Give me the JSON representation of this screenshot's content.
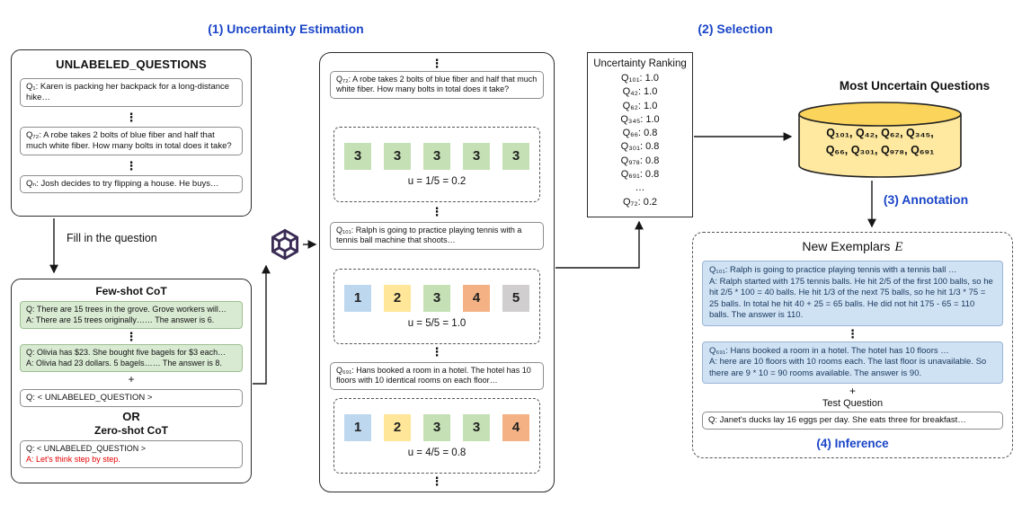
{
  "colors": {
    "accent_blue": "#1a45c7",
    "answer_green": "#c5e0b4",
    "answer_blue": "#bdd7ee",
    "answer_yellow": "#ffe699",
    "answer_orange": "#f4b183",
    "answer_gray": "#d0cece",
    "cot_green_bg": "#d9ead3",
    "exemplar_blue_bg": "#cfe2f3",
    "cylinder_body": "#ffe9a0",
    "cylinder_top": "#fbd45c",
    "zero_shot_red": "#e60000"
  },
  "step_titles": {
    "s1": "(1) Uncertainty Estimation",
    "s2": "(2) Selection",
    "s3": "(3) Annotation",
    "s4": "(4) Inference"
  },
  "misc": {
    "vdots": "⋮",
    "plus": "+",
    "or": "OR",
    "fill_label": "Fill in the question"
  },
  "unlabeled": {
    "title": "UNLABELED_QUESTIONS",
    "q1": "Q₁: Karen is packing her backpack for a long-distance hike…",
    "q72": "Q₇₂: A robe takes 2 bolts of blue fiber and half that much white fiber. How many bolts in total does it take?",
    "qn": "Qₙ: Josh decides to try flipping a house.  He buys…"
  },
  "fewshot": {
    "title": "Few-shot CoT",
    "ex1_q": "Q: There are 15 trees in the grove. Grove workers will…",
    "ex1_a": "A: There are 15 trees originally…… The answer is 6.",
    "ex2_q": "Q: Olivia has $23. She bought five bagels for $3 each…",
    "ex2_a": "A: Olivia had 23 dollars. 5 bagels…… The answer is 8.",
    "unlabeled_q": "Q: < UNLABELED_QUESTION >",
    "zeroshot_title": "Zero-shot CoT",
    "zs_q": "Q: < UNLABELED_QUESTION >",
    "zs_a": "A: Let's think step by step."
  },
  "estimation": {
    "groups": [
      {
        "question": "Q₇₂: A robe takes 2 bolts of blue fiber and half that much white fiber. How many bolts in total does it take?",
        "answers": [
          "3",
          "3",
          "3",
          "3",
          "3"
        ],
        "answer_colors": [
          "green",
          "green",
          "green",
          "green",
          "green"
        ],
        "u": "u = 1/5 = 0.2"
      },
      {
        "question": "Q₁₀₁: Ralph is going to practice playing tennis with a tennis ball machine that shoots…",
        "answers": [
          "1",
          "2",
          "3",
          "4",
          "5"
        ],
        "answer_colors": [
          "blue",
          "yellow",
          "green",
          "orange",
          "gray"
        ],
        "u": "u = 5/5 = 1.0"
      },
      {
        "question": "Q₆₉₁: Hans booked a room in a hotel. The hotel has 10 floors with 10 identical rooms on each floor…",
        "answers": [
          "1",
          "2",
          "3",
          "3",
          "4"
        ],
        "answer_colors": [
          "blue",
          "yellow",
          "green",
          "green",
          "orange"
        ],
        "u": "u = 4/5 = 0.8"
      }
    ]
  },
  "ranking": {
    "title": "Uncertainty Ranking",
    "items": [
      "Q₁₀₁: 1.0",
      "Q₄₂: 1.0",
      "Q₆₂: 1.0",
      "Q₃₄₅: 1.0",
      "Q₆₆: 0.8",
      "Q₃₀₁: 0.8",
      "Q₉₇₈: 0.8",
      "Q₆₉₁: 0.8",
      "…",
      "Q₇₂: 0.2"
    ]
  },
  "selection": {
    "label": "Most Uncertain Questions",
    "cylinder_line1": "Q₁₀₁, Q₄₂, Q₆₂, Q₃₄₅,",
    "cylinder_line2": "Q₆₆, Q₃₀₁, Q₉₇₈, Q₆₉₁"
  },
  "exemplars": {
    "title_prefix": "New Exemplars",
    "title_var": "E",
    "ex1_q": "Q₁₀₁: Ralph is going to practice playing tennis with a tennis ball …",
    "ex1_a": "A: Ralph started with 175 tennis balls. He hit 2/5 of the first 100 balls, so he hit 2/5 * 100 = 40 balls. He hit 1/3 of the next 75 balls, so he hit 1/3 * 75 = 25 balls. In total he hit 40 + 25 = 65 balls. He did not hit 175 - 65 = 110 balls. The answer is 110.",
    "ex2_q": "Q₆₉₁: Hans booked a room in a hotel. The hotel has 10 floors …",
    "ex2_a": "A: here are 10 floors with 10 rooms each. The last floor is unavailable. So there are 9 * 10 = 90 rooms available. The answer is 90.",
    "test_label": "Test Question",
    "test_q": "Q: Janet's ducks lay 16 eggs per day. She eats three for breakfast…"
  }
}
